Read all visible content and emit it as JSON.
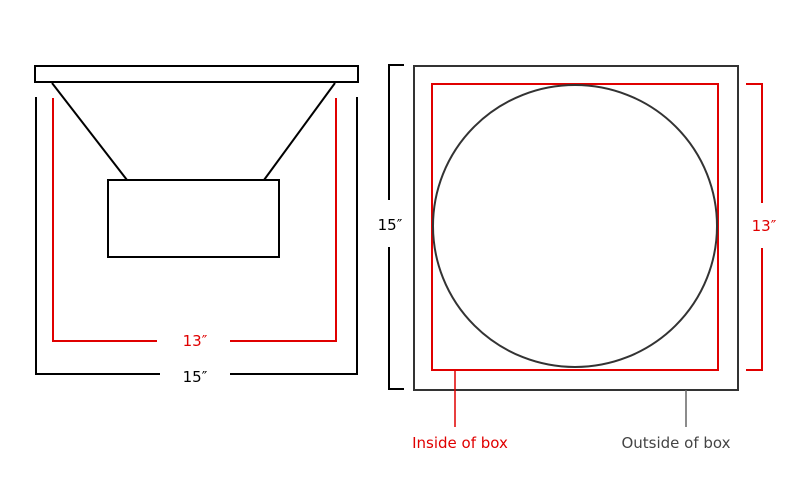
{
  "side_view": {
    "outer_dimension": "15″",
    "inner_dimension": "13″"
  },
  "front_view": {
    "outer_dimension": "15″",
    "inner_dimension": "13″",
    "inside_label": "Inside of box",
    "outside_label": "Outside of box"
  },
  "colors": {
    "outline": "#000000",
    "inner": "#e00000",
    "outer_box": "#333333",
    "outside_pointer": "#666666"
  }
}
